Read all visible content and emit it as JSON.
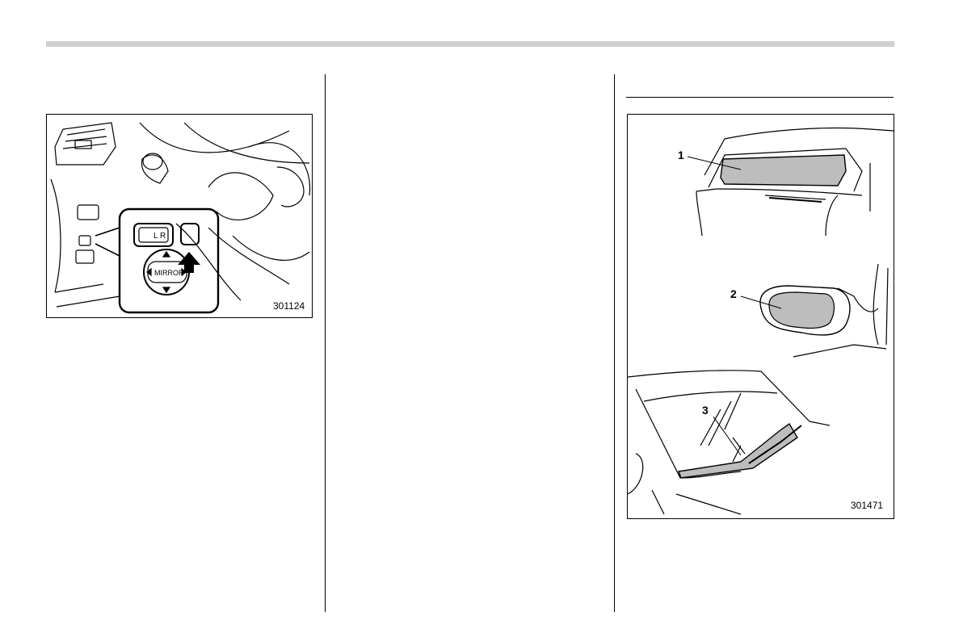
{
  "figure_left": {
    "code": "301124",
    "switch_label_lr": "L R",
    "switch_label_mirror": "MIRROR"
  },
  "figure_right": {
    "code": "301471",
    "callouts": [
      "1",
      "2",
      "3"
    ]
  }
}
